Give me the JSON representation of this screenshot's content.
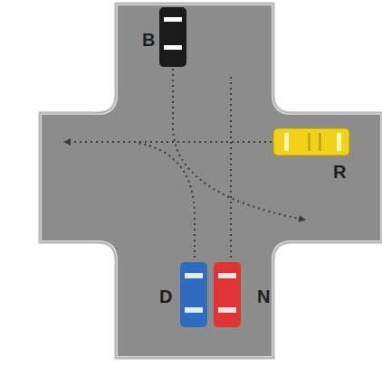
{
  "diagram": {
    "labels": [
      "B",
      "R",
      "D",
      "N"
    ]
  }
}
